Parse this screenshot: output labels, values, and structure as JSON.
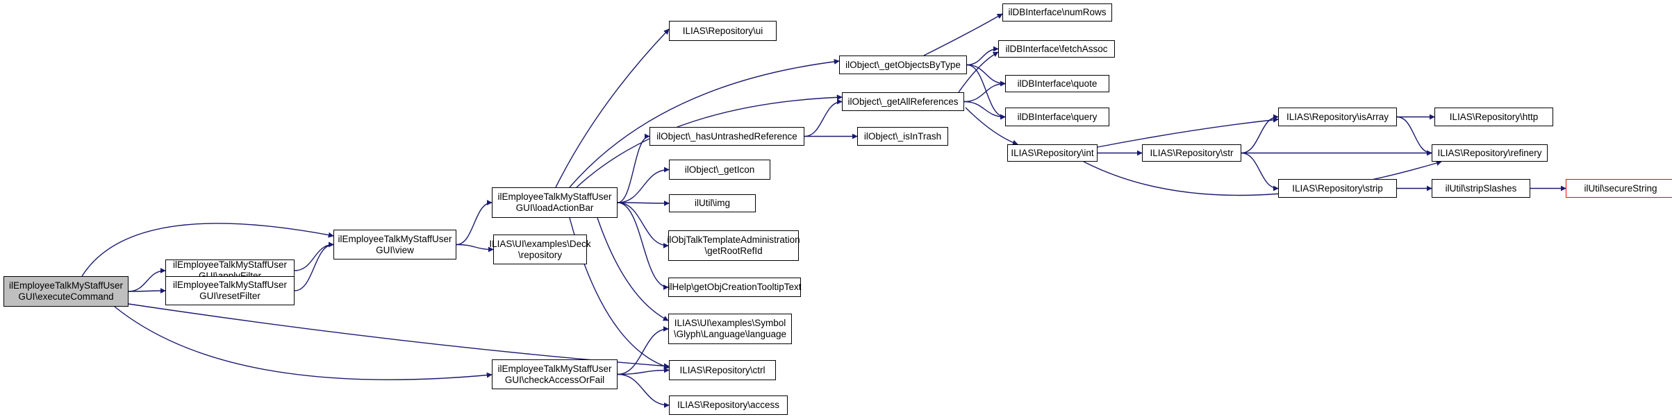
{
  "nodes": [
    {
      "id": "execute",
      "lines": [
        "ilEmployeeTalkMyStaffUser",
        "GUI\\executeCommand"
      ],
      "root": true
    },
    {
      "id": "applyFilter",
      "lines": [
        "ilEmployeeTalkMyStaffUser",
        "GUI\\applyFilter"
      ]
    },
    {
      "id": "resetFilter",
      "lines": [
        "ilEmployeeTalkMyStaffUser",
        "GUI\\resetFilter"
      ]
    },
    {
      "id": "view",
      "lines": [
        "ilEmployeeTalkMyStaffUser",
        "GUI\\view"
      ]
    },
    {
      "id": "deckRepo",
      "lines": [
        "ILIAS\\UI\\examples\\Deck",
        "\\repository"
      ]
    },
    {
      "id": "loadActionBar",
      "lines": [
        "ilEmployeeTalkMyStaffUser",
        "GUI\\loadActionBar"
      ]
    },
    {
      "id": "checkAccess",
      "lines": [
        "ilEmployeeTalkMyStaffUser",
        "GUI\\checkAccessOrFail"
      ]
    },
    {
      "id": "repoUi",
      "lines": [
        "ILIAS\\Repository\\ui"
      ]
    },
    {
      "id": "getObjectsByType",
      "lines": [
        "ilObject\\_getObjectsByType"
      ]
    },
    {
      "id": "getAllRefs",
      "lines": [
        "ilObject\\_getAllReferences"
      ]
    },
    {
      "id": "hasUntrashed",
      "lines": [
        "ilObject\\_hasUntrashedReference"
      ]
    },
    {
      "id": "getIcon",
      "lines": [
        "ilObject\\_getIcon"
      ]
    },
    {
      "id": "utilImg",
      "lines": [
        "ilUtil\\img"
      ]
    },
    {
      "id": "getRootRefId",
      "lines": [
        "ilObjTalkTemplateAdministration",
        "\\getRootRefId"
      ]
    },
    {
      "id": "tooltip",
      "lines": [
        "ilHelp\\getObjCreationTooltipText"
      ]
    },
    {
      "id": "symbolLang",
      "lines": [
        "ILIAS\\UI\\examples\\Symbol",
        "\\Glyph\\Language\\language"
      ]
    },
    {
      "id": "repoCtrl",
      "lines": [
        "ILIAS\\Repository\\ctrl"
      ]
    },
    {
      "id": "repoAccess",
      "lines": [
        "ILIAS\\Repository\\access"
      ]
    },
    {
      "id": "numRows",
      "lines": [
        "ilDBInterface\\numRows"
      ]
    },
    {
      "id": "fetchAssoc",
      "lines": [
        "ilDBInterface\\fetchAssoc"
      ]
    },
    {
      "id": "quote",
      "lines": [
        "ilDBInterface\\quote"
      ]
    },
    {
      "id": "query",
      "lines": [
        "ilDBInterface\\query"
      ]
    },
    {
      "id": "isInTrash",
      "lines": [
        "ilObject\\_isInTrash"
      ]
    },
    {
      "id": "repoInt",
      "lines": [
        "ILIAS\\Repository\\int"
      ]
    },
    {
      "id": "repoStr",
      "lines": [
        "ILIAS\\Repository\\str"
      ]
    },
    {
      "id": "repoIsArray",
      "lines": [
        "ILIAS\\Repository\\isArray"
      ]
    },
    {
      "id": "repoStrip",
      "lines": [
        "ILIAS\\Repository\\strip"
      ]
    },
    {
      "id": "repoHttp",
      "lines": [
        "ILIAS\\Repository\\http"
      ]
    },
    {
      "id": "repoRefinery",
      "lines": [
        "ILIAS\\Repository\\refinery"
      ]
    },
    {
      "id": "stripSlashes",
      "lines": [
        "ilUtil\\stripSlashes"
      ]
    },
    {
      "id": "secureString",
      "lines": [
        "ilUtil\\secureString"
      ],
      "alert": true
    }
  ],
  "edges": [
    [
      "execute",
      "applyFilter"
    ],
    [
      "execute",
      "resetFilter"
    ],
    [
      "execute",
      "view"
    ],
    [
      "execute",
      "checkAccess"
    ],
    [
      "execute",
      "repoCtrl"
    ],
    [
      "applyFilter",
      "view"
    ],
    [
      "resetFilter",
      "view"
    ],
    [
      "view",
      "deckRepo"
    ],
    [
      "view",
      "loadActionBar"
    ],
    [
      "loadActionBar",
      "repoUi"
    ],
    [
      "loadActionBar",
      "getObjectsByType"
    ],
    [
      "loadActionBar",
      "getAllRefs"
    ],
    [
      "loadActionBar",
      "hasUntrashed"
    ],
    [
      "loadActionBar",
      "getIcon"
    ],
    [
      "loadActionBar",
      "utilImg"
    ],
    [
      "loadActionBar",
      "getRootRefId"
    ],
    [
      "loadActionBar",
      "tooltip"
    ],
    [
      "loadActionBar",
      "symbolLang"
    ],
    [
      "loadActionBar",
      "repoCtrl"
    ],
    [
      "checkAccess",
      "symbolLang"
    ],
    [
      "checkAccess",
      "repoCtrl"
    ],
    [
      "checkAccess",
      "repoAccess"
    ],
    [
      "hasUntrashed",
      "getAllRefs"
    ],
    [
      "hasUntrashed",
      "isInTrash"
    ],
    [
      "getObjectsByType",
      "numRows"
    ],
    [
      "getObjectsByType",
      "fetchAssoc"
    ],
    [
      "getObjectsByType",
      "quote"
    ],
    [
      "getObjectsByType",
      "query"
    ],
    [
      "getAllRefs",
      "fetchAssoc"
    ],
    [
      "getAllRefs",
      "quote"
    ],
    [
      "getAllRefs",
      "query"
    ],
    [
      "getAllRefs",
      "repoInt"
    ],
    [
      "repoInt",
      "repoIsArray"
    ],
    [
      "repoInt",
      "repoStr"
    ],
    [
      "repoInt",
      "repoRefinery"
    ],
    [
      "repoStr",
      "repoIsArray"
    ],
    [
      "repoStr",
      "repoRefinery"
    ],
    [
      "repoStr",
      "repoStrip"
    ],
    [
      "repoIsArray",
      "repoHttp"
    ],
    [
      "repoIsArray",
      "repoRefinery"
    ],
    [
      "repoStrip",
      "stripSlashes"
    ],
    [
      "stripSlashes",
      "secureString"
    ]
  ],
  "colors": {
    "edge": "#191970",
    "root_fill": "#bfbfbf",
    "alert_border": "#ff0000",
    "node_border": "#000000"
  }
}
